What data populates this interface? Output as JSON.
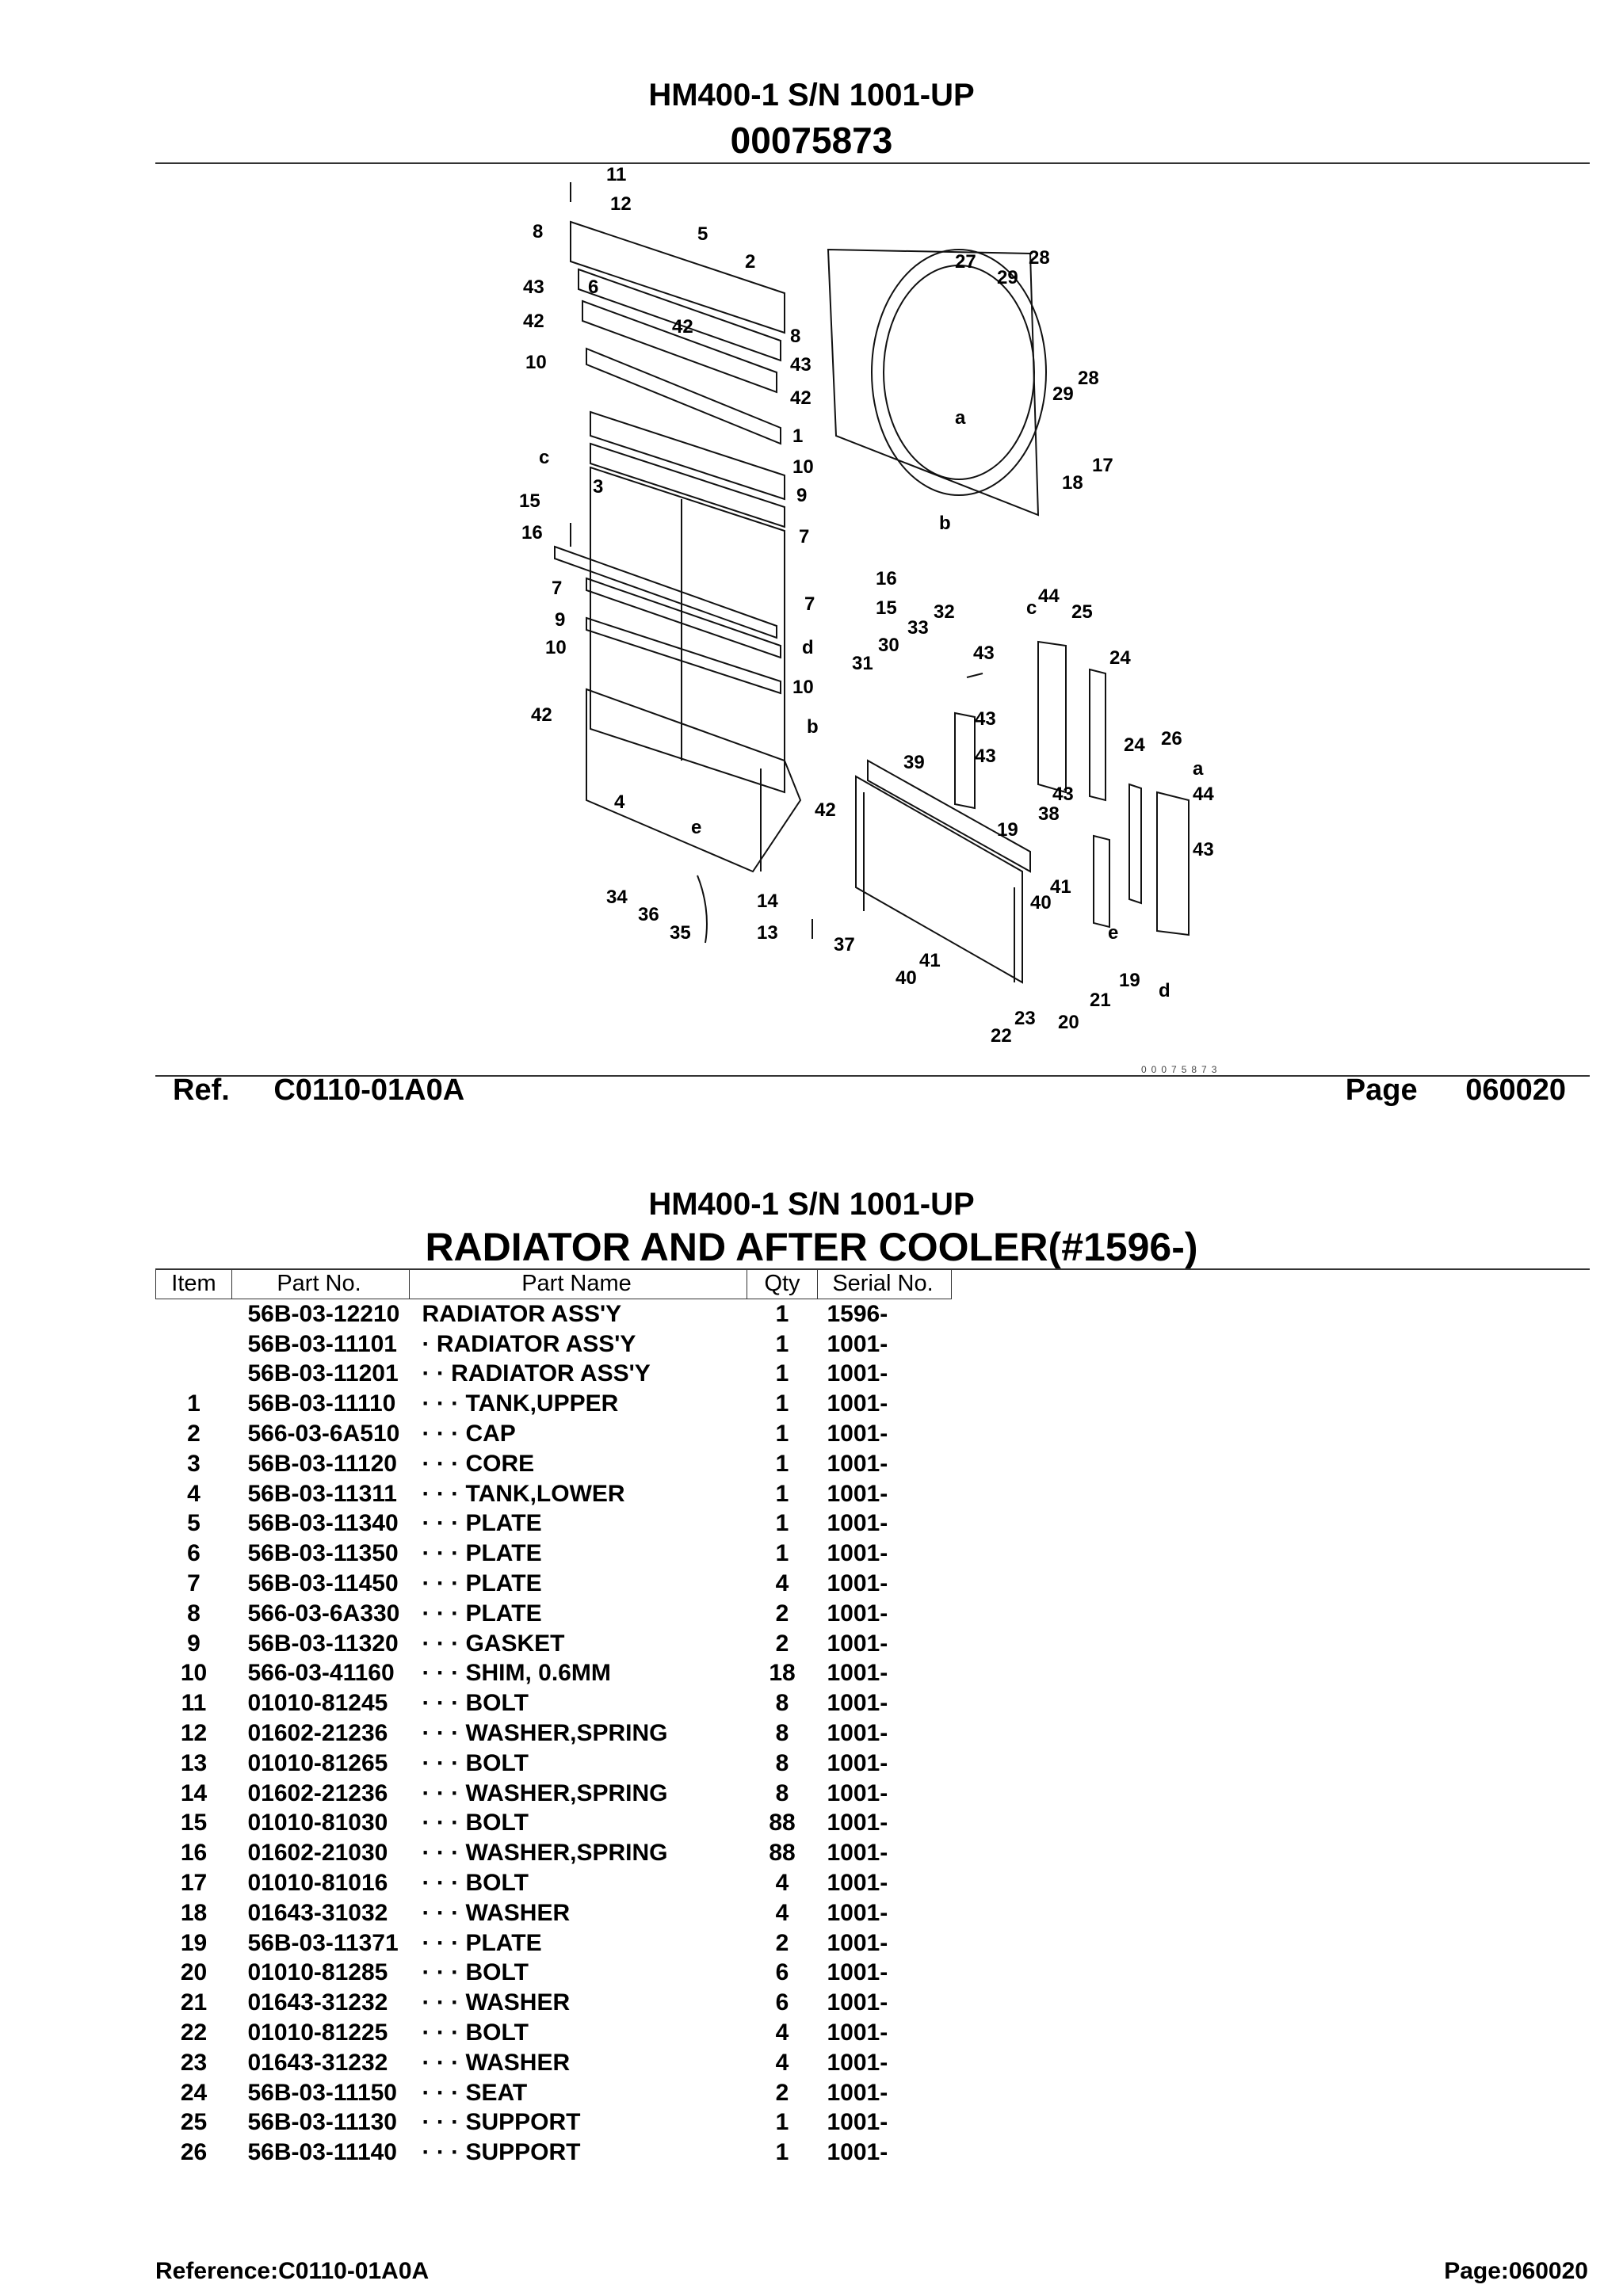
{
  "header": {
    "model": "HM400-1 S/N 1001-UP",
    "illustration_no": "00075873"
  },
  "diagram": {
    "code": "00075873",
    "labels": [
      "1",
      "2",
      "3",
      "4",
      "5",
      "6",
      "7",
      "8",
      "9",
      "10",
      "11",
      "12",
      "13",
      "14",
      "15",
      "16",
      "17",
      "18",
      "19",
      "20",
      "21",
      "22",
      "23",
      "24",
      "25",
      "26",
      "27",
      "28",
      "29",
      "30",
      "31",
      "32",
      "33",
      "34",
      "35",
      "36",
      "37",
      "38",
      "39",
      "40",
      "41",
      "42",
      "43",
      "44",
      "a",
      "b",
      "c",
      "d",
      "e"
    ]
  },
  "ref_line": {
    "ref_label": "Ref.",
    "ref_code": "C0110-01A0A",
    "page_label": "Page",
    "page_number": "060020"
  },
  "parts_list": {
    "model": "HM400-1 S/N 1001-UP",
    "title": "RADIATOR AND AFTER COOLER(#1596-)",
    "columns": [
      "Item",
      "Part No.",
      "Part Name",
      "Qty",
      "Serial No."
    ],
    "rows": [
      {
        "item": "",
        "part_no": "56B-03-12210",
        "name": "RADIATOR ASS'Y",
        "qty": "1",
        "serial": "1596-"
      },
      {
        "item": "",
        "part_no": "56B-03-11101",
        "name": "· RADIATOR ASS'Y",
        "qty": "1",
        "serial": "1001-"
      },
      {
        "item": "",
        "part_no": "56B-03-11201",
        "name": "· · RADIATOR ASS'Y",
        "qty": "1",
        "serial": "1001-"
      },
      {
        "item": "1",
        "part_no": "56B-03-11110",
        "name": "· · · TANK,UPPER",
        "qty": "1",
        "serial": "1001-"
      },
      {
        "item": "2",
        "part_no": "566-03-6A510",
        "name": "· · · CAP",
        "qty": "1",
        "serial": "1001-"
      },
      {
        "item": "3",
        "part_no": "56B-03-11120",
        "name": "· · · CORE",
        "qty": "1",
        "serial": "1001-"
      },
      {
        "item": "4",
        "part_no": "56B-03-11311",
        "name": "· · · TANK,LOWER",
        "qty": "1",
        "serial": "1001-"
      },
      {
        "item": "5",
        "part_no": "56B-03-11340",
        "name": "· · · PLATE",
        "qty": "1",
        "serial": "1001-"
      },
      {
        "item": "6",
        "part_no": "56B-03-11350",
        "name": "· · · PLATE",
        "qty": "1",
        "serial": "1001-"
      },
      {
        "item": "7",
        "part_no": "56B-03-11450",
        "name": "· · · PLATE",
        "qty": "4",
        "serial": "1001-"
      },
      {
        "item": "8",
        "part_no": "566-03-6A330",
        "name": "· · · PLATE",
        "qty": "2",
        "serial": "1001-"
      },
      {
        "item": "9",
        "part_no": "56B-03-11320",
        "name": "· · · GASKET",
        "qty": "2",
        "serial": "1001-"
      },
      {
        "item": "10",
        "part_no": "566-03-41160",
        "name": "· · · SHIM, 0.6MM",
        "qty": "18",
        "serial": "1001-"
      },
      {
        "item": "11",
        "part_no": "01010-81245",
        "name": "· · · BOLT",
        "qty": "8",
        "serial": "1001-"
      },
      {
        "item": "12",
        "part_no": "01602-21236",
        "name": "· · · WASHER,SPRING",
        "qty": "8",
        "serial": "1001-"
      },
      {
        "item": "13",
        "part_no": "01010-81265",
        "name": "· · · BOLT",
        "qty": "8",
        "serial": "1001-"
      },
      {
        "item": "14",
        "part_no": "01602-21236",
        "name": "· · · WASHER,SPRING",
        "qty": "8",
        "serial": "1001-"
      },
      {
        "item": "15",
        "part_no": "01010-81030",
        "name": "· · · BOLT",
        "qty": "88",
        "serial": "1001-"
      },
      {
        "item": "16",
        "part_no": "01602-21030",
        "name": "· · · WASHER,SPRING",
        "qty": "88",
        "serial": "1001-"
      },
      {
        "item": "17",
        "part_no": "01010-81016",
        "name": "· · · BOLT",
        "qty": "4",
        "serial": "1001-"
      },
      {
        "item": "18",
        "part_no": "01643-31032",
        "name": "· · · WASHER",
        "qty": "4",
        "serial": "1001-"
      },
      {
        "item": "19",
        "part_no": "56B-03-11371",
        "name": "· · · PLATE",
        "qty": "2",
        "serial": "1001-"
      },
      {
        "item": "20",
        "part_no": "01010-81285",
        "name": "· · · BOLT",
        "qty": "6",
        "serial": "1001-"
      },
      {
        "item": "21",
        "part_no": "01643-31232",
        "name": "· · · WASHER",
        "qty": "6",
        "serial": "1001-"
      },
      {
        "item": "22",
        "part_no": "01010-81225",
        "name": "· · · BOLT",
        "qty": "4",
        "serial": "1001-"
      },
      {
        "item": "23",
        "part_no": "01643-31232",
        "name": "· · · WASHER",
        "qty": "4",
        "serial": "1001-"
      },
      {
        "item": "24",
        "part_no": "56B-03-11150",
        "name": "· · · SEAT",
        "qty": "2",
        "serial": "1001-"
      },
      {
        "item": "25",
        "part_no": "56B-03-11130",
        "name": "· · · SUPPORT",
        "qty": "1",
        "serial": "1001-"
      },
      {
        "item": "26",
        "part_no": "56B-03-11140",
        "name": "· · · SUPPORT",
        "qty": "1",
        "serial": "1001-"
      }
    ]
  },
  "footer": {
    "reference": "Reference:C0110-01A0A",
    "page": "Page:060020"
  }
}
